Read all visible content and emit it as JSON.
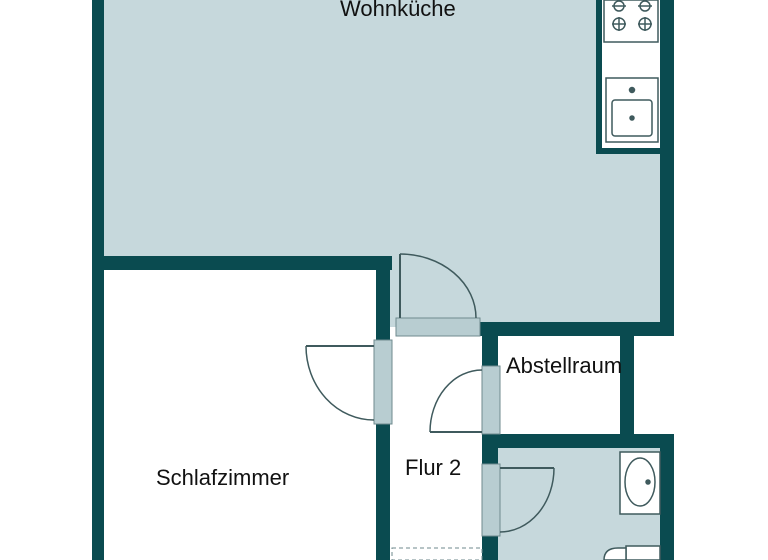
{
  "plan": {
    "rooms": {
      "wohnkuche": "Wohnküche",
      "schlafzimmer": "Schlafzimmer",
      "flur": "Flur 2",
      "abstellraum": "Abstellraum"
    },
    "colors": {
      "wall": "#0a4b50",
      "floor_tinted": "#c6d8dc",
      "floor_white": "#ffffff",
      "fixture_stroke": "#3f5a5d",
      "door_frame": "#b8cdd1"
    },
    "icons": [
      "stove-icon",
      "sink-icon",
      "washbasin-icon",
      "toilet-icon"
    ]
  }
}
